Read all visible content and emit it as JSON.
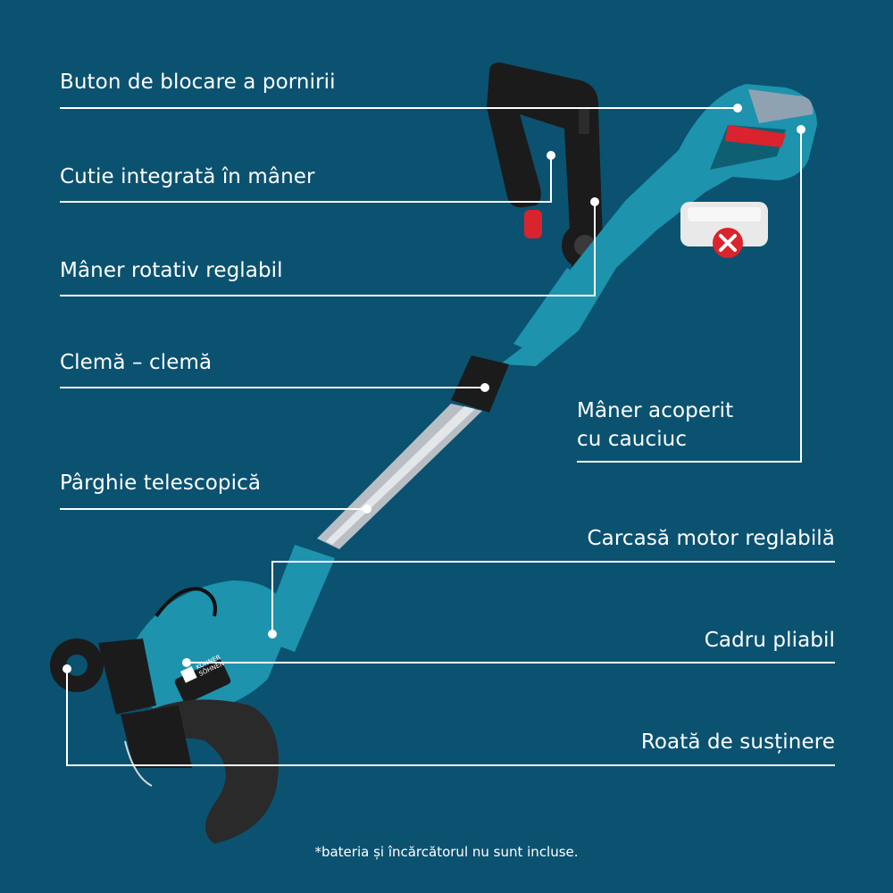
{
  "callouts": {
    "start_lock_button": "Buton de blocare a pornirii",
    "integrated_handle_box": "Cutie integrată în mâner",
    "adjustable_rotating_handle": "Mâner rotativ reglabil",
    "clamp": "Clemă – clemă",
    "telescopic_lever": "Pârghie telescopică",
    "rubber_grip_line1": "Mâner acoperit",
    "rubber_grip_line2": "cu cauciuc",
    "adjustable_motor_housing": "Carcasă motor reglabilă",
    "folding_frame": "Cadru pliabil",
    "support_wheel": "Roată de susținere"
  },
  "footnote": "*bateria și încărcătorul nu sunt incluse.",
  "brand": {
    "line1": "KÖNNER",
    "line2": "SÖHNEN"
  },
  "colors": {
    "background": "#0b5270",
    "tool_teal": "#1d93ad",
    "accent_red": "#d9232d",
    "line": "#ffffff"
  }
}
